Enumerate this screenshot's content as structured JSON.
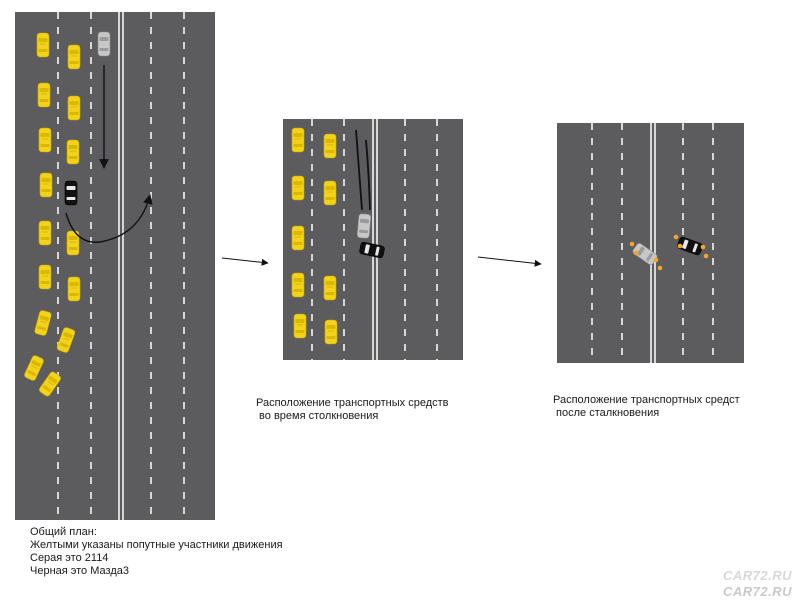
{
  "captions": {
    "during_line1": "Расположение транспортных средств",
    "during_line2": " во время столкновения",
    "after_line1": "Расположение транспортных средст",
    "after_line2": " после сталкновения"
  },
  "legend": {
    "heading": "Общий план:",
    "line_yellow": "Желтыми указаны попутные участники движения",
    "line_gray": "Серая это 2114",
    "line_black": "Черная это Мазда3"
  },
  "watermark": {
    "top": "CAR72.RU",
    "bottom": "CAR72.RU"
  },
  "colors": {
    "asphalt": "#5c5c5e",
    "lane_mark": "#ffffff",
    "yellow_car": "#f3d21b",
    "gray_car": "#b9b9b9",
    "black_car": "#111111",
    "hazard": "#f5a623",
    "arrow": "#111111"
  },
  "icons": {
    "vehicle": "car-top-view-icon",
    "direction": "arrow-icon",
    "hazard": "hazard-light-icon"
  }
}
